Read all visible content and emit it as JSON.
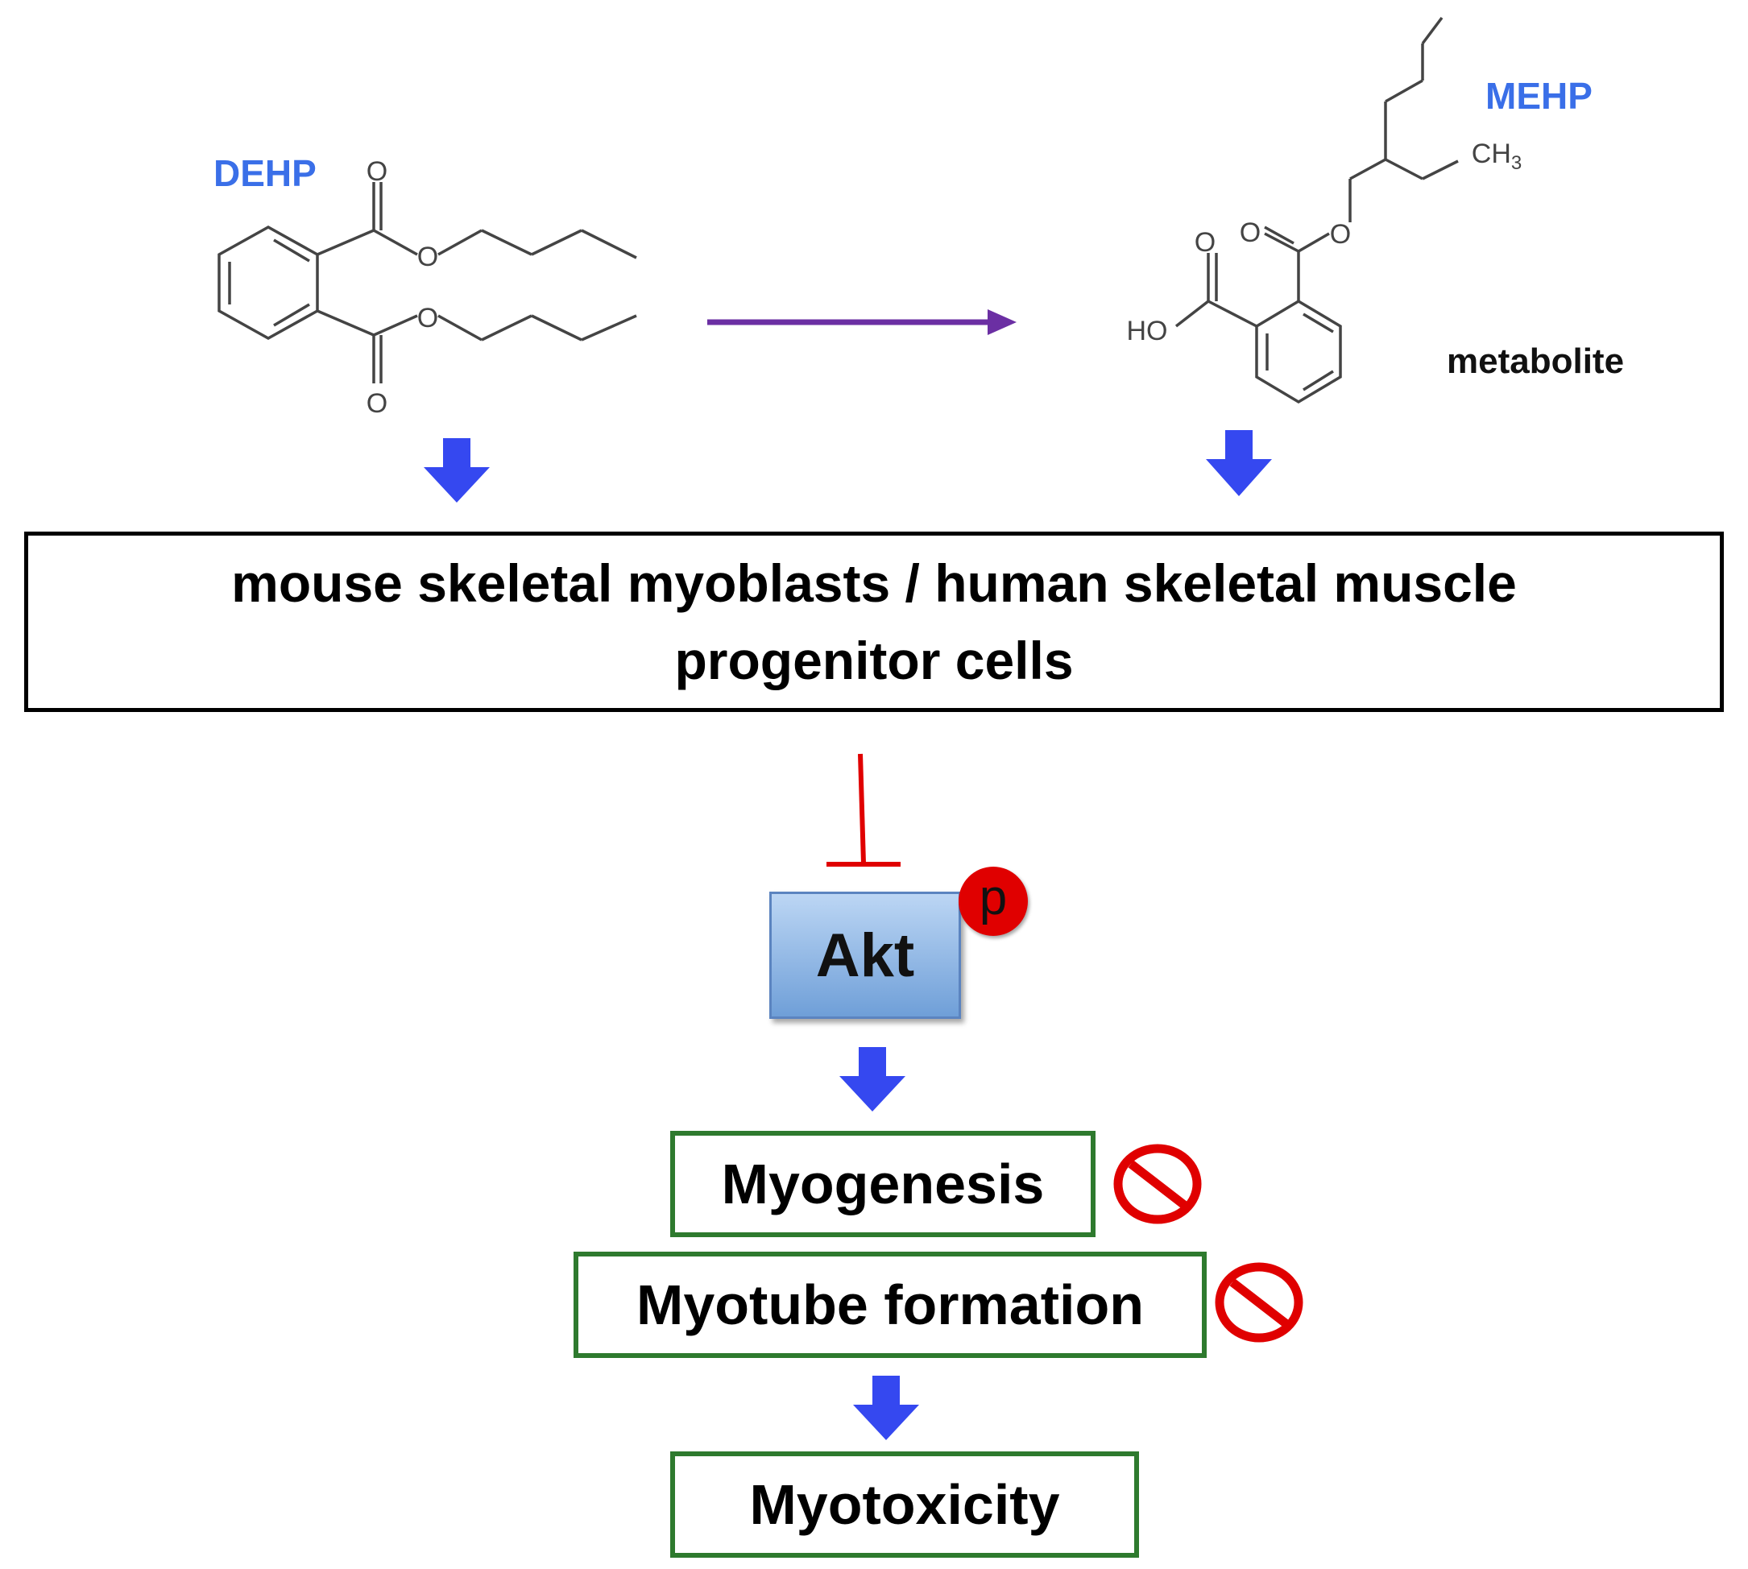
{
  "compounds": {
    "dehp_label": "DEHP",
    "mehp_label": "MEHP",
    "metabolite_label": "metabolite",
    "ch3_label": "CH3",
    "ho_label": "HO",
    "oxygen_symbol": "O"
  },
  "cells_box": {
    "line1": "mouse skeletal myoblasts / human skeletal muscle",
    "line2": "progenitor cells"
  },
  "akt": {
    "label": "Akt",
    "phospho_label": "p"
  },
  "outcomes": {
    "myogenesis": "Myogenesis",
    "myotube_formation": "Myotube formation",
    "myotoxicity": "Myotoxicity"
  },
  "colors": {
    "compound_label": "#3a6fe8",
    "conversion_arrow": "#6b2fa3",
    "flow_arrow": "#3548f0",
    "inhibition": "#e00000",
    "outcome_border": "#2e7a2e",
    "akt_fill": "#8fb4e6",
    "prohibit_sign": "#e00000"
  },
  "icons": {
    "flow_arrow": "down-arrow-icon",
    "conversion_arrow": "right-arrow-icon",
    "inhibition": "t-bar-inhibition-icon",
    "blocked": "prohibited-icon"
  }
}
